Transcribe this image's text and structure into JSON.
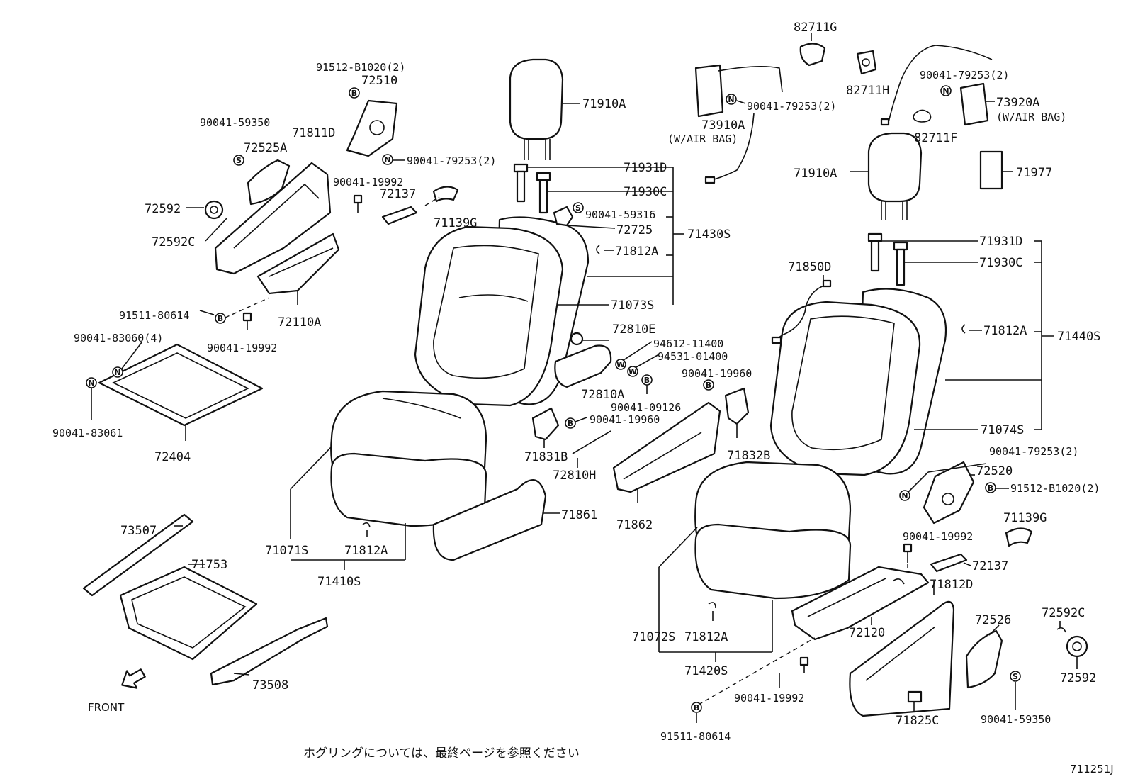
{
  "labels": {
    "l82711G": "82711G",
    "l82711H": "82711H",
    "l82711F": "82711F",
    "l91512_B1020_2_top": "91512-B1020(2)",
    "l72510": "72510",
    "l90041_59350_top": "90041-59350",
    "l71811D": "71811D",
    "l72525A": "72525A",
    "l90041_79253_2_a": "90041-79253(2)",
    "l71910A_left": "71910A",
    "l73910A": "73910A",
    "l73910A_sub": "(W/AIR BAG)",
    "l90041_79253_2_b": "90041-79253(2)",
    "l90041_79253_2_c": "90041-79253(2)",
    "l73920A": "73920A",
    "l73920A_sub": "(W/AIR BAG)",
    "l72592_left": "72592",
    "l72592C_left": "72592C",
    "l90041_19992_top": "90041-19992",
    "l72137_left": "72137",
    "l71139G_left": "71139G",
    "l71931D_left": "71931D",
    "l71930C_left": "71930C",
    "l90041_59316": "90041-59316",
    "l72725": "72725",
    "l71430S": "71430S",
    "l71812A_a": "71812A",
    "l71073S": "71073S",
    "l71910A_right": "71910A",
    "l71977": "71977",
    "l91511_80614_left": "91511-80614",
    "l72110A": "72110A",
    "l90041_19992_left": "90041-19992",
    "l90041_83060_4": "90041-83060(4)",
    "l90041_83061": "90041-83061",
    "l72404": "72404",
    "l72810E": "72810E",
    "l94612_11400": "94612-11400",
    "l94531_01400": "94531-01400",
    "l72810A": "72810A",
    "l90041_09126": "90041-09126",
    "l90041_19960_a": "90041-19960",
    "l90041_19960_b": "90041-19960",
    "l71831B": "71831B",
    "l72810H": "72810H",
    "l71832B": "71832B",
    "l71862": "71862",
    "l71861": "71861",
    "l71071S": "71071S",
    "l71812A_b": "71812A",
    "l71410S": "71410S",
    "l73507": "73507",
    "l71753": "71753",
    "l73508": "73508",
    "l_front": "FRONT",
    "l71931D_right": "71931D",
    "l71930C_right": "71930C",
    "l71850D": "71850D",
    "l71812A_c": "71812A",
    "l71440S": "71440S",
    "l71074S": "71074S",
    "l90041_79253_2_d": "90041-79253(2)",
    "l72520": "72520",
    "l91512_B1020_2_right": "91512-B1020(2)",
    "l71139G_right": "71139G",
    "l90041_19992_right": "90041-19992",
    "l72137_right": "72137",
    "l71812D": "71812D",
    "l72592C_right": "72592C",
    "l72526": "72526",
    "l72592_right": "72592",
    "l72120": "72120",
    "l71072S": "71072S",
    "l71812A_d": "71812A",
    "l71420S": "71420S",
    "l90041_19992_bottom": "90041-19992",
    "l90041_59350_bottom": "90041-59350",
    "l71825C": "71825C",
    "l91511_80614_bottom": "91511-80614"
  },
  "note_text": "ホグリングについては、最終ページを参照ください",
  "diagram_id": "711251J"
}
